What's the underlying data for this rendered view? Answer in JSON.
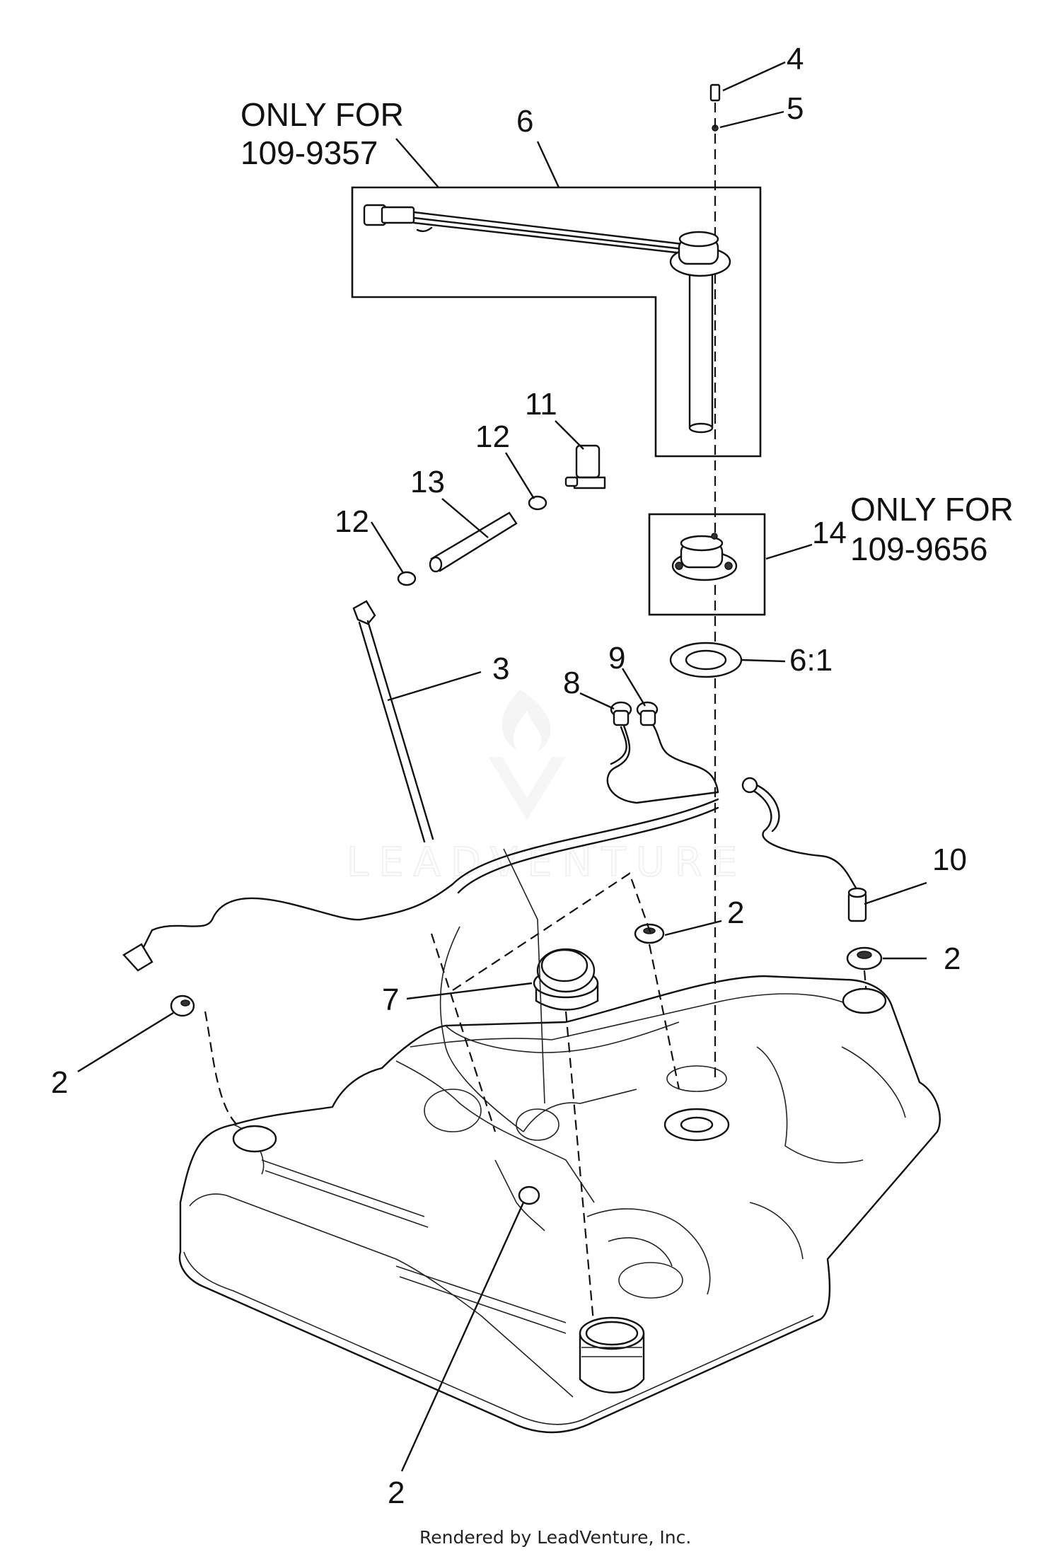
{
  "callouts": {
    "c4": "4",
    "c5": "5",
    "c6": "6",
    "c11": "11",
    "c12a": "12",
    "c13": "13",
    "c12b": "12",
    "c14": "14",
    "c61": "6:1",
    "c3": "3",
    "c8": "8",
    "c9": "9",
    "c10": "10",
    "c2a": "2",
    "c2b": "2",
    "c7": "7",
    "c2c": "2",
    "c2d": "2"
  },
  "notes": {
    "only_for_a_line1": "ONLY FOR",
    "only_for_a_line2": "109-9357",
    "only_for_b_line1": "ONLY FOR",
    "only_for_b_line2": "109-9656"
  },
  "watermark": "LEADVENTURE",
  "footer": "Rendered by LeadVenture, Inc."
}
